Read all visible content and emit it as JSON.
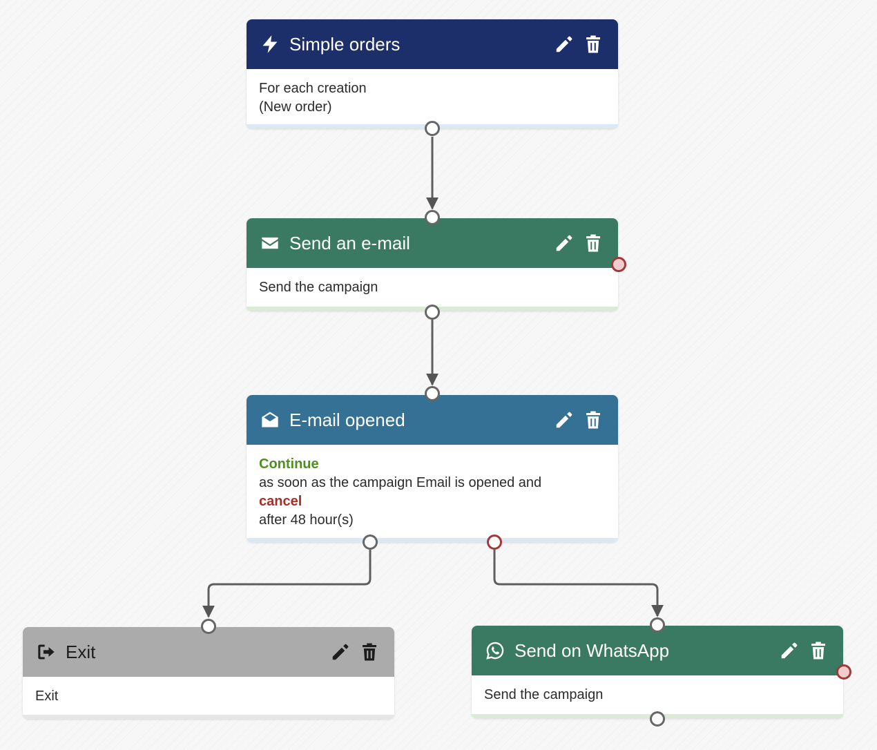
{
  "workflow": {
    "nodes": {
      "simple_orders": {
        "title": "Simple orders",
        "icon": "bolt-icon",
        "header_color": "#1c2f6b",
        "body": [
          "For each creation",
          "(New order)"
        ]
      },
      "send_email": {
        "title": "Send an e-mail",
        "icon": "envelope-icon",
        "header_color": "#3a7a62",
        "body": [
          "Send the campaign"
        ]
      },
      "email_opened": {
        "title": "E-mail opened",
        "icon": "envelope-open-icon",
        "header_color": "#347195",
        "continue_label": "Continue",
        "condition_text": "as soon as the campaign Email is opened and",
        "cancel_label": "cancel",
        "timeout_text": "after 48 hour(s)"
      },
      "exit": {
        "title": "Exit",
        "icon": "sign-out-icon",
        "header_color": "#ababab",
        "body": [
          "Exit"
        ]
      },
      "send_whatsapp": {
        "title": "Send on WhatsApp",
        "icon": "whatsapp-icon",
        "header_color": "#3a7a62",
        "body": [
          "Send the campaign"
        ]
      }
    },
    "colors": {
      "connector": "#666666",
      "cancel_port": "#a03a3a",
      "continue_text": "#4e8e22",
      "cancel_text": "#a82f27"
    }
  }
}
